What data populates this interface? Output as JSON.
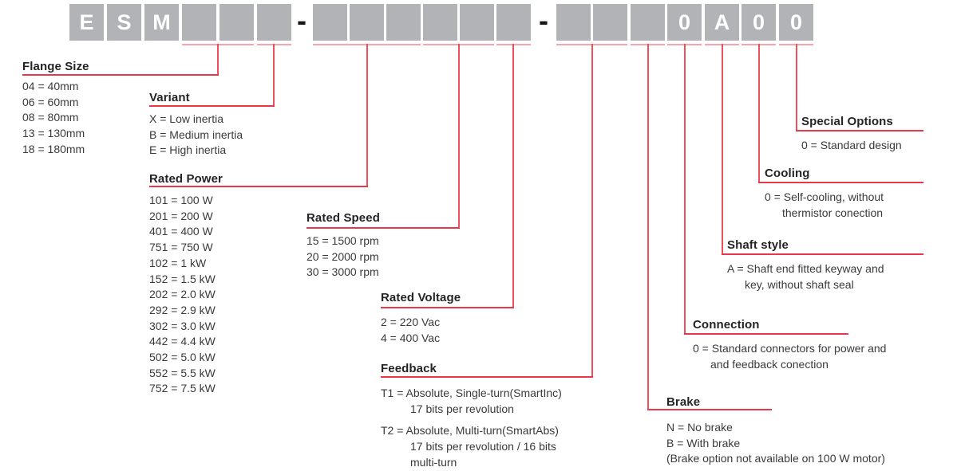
{
  "code": {
    "boxes": [
      "E",
      "S",
      "M",
      "",
      "",
      "",
      "",
      "",
      "",
      "",
      "",
      "",
      "",
      "",
      "",
      "0",
      "A",
      "0",
      "0"
    ],
    "separator": "-"
  },
  "sections": {
    "flange": {
      "title": "Flange Size",
      "items": [
        "04 = 40mm",
        "06 = 60mm",
        "08 = 80mm",
        "13 = 130mm",
        "18 = 180mm"
      ]
    },
    "variant": {
      "title": "Variant",
      "items": [
        "X = Low inertia",
        "B = Medium inertia",
        "E = High inertia"
      ]
    },
    "power": {
      "title": "Rated Power",
      "items": [
        "101 = 100 W",
        "201 = 200 W",
        "401 = 400 W",
        "751 = 750 W",
        "102 = 1 kW",
        "152 = 1.5 kW",
        "202 = 2.0 kW",
        "292 = 2.9 kW",
        "302 = 3.0 kW",
        "442 = 4.4 kW",
        "502 = 5.0 kW",
        "552 = 5.5 kW",
        "752 = 7.5 kW"
      ]
    },
    "speed": {
      "title": "Rated Speed",
      "items": [
        "15 = 1500 rpm",
        "20 = 2000 rpm",
        "30 = 3000 rpm"
      ]
    },
    "voltage": {
      "title": "Rated Voltage",
      "items": [
        "2 = 220 Vac",
        "4 = 400 Vac"
      ]
    },
    "feedback": {
      "title": "Feedback",
      "items": [
        "T1 = Absolute, Single-turn(SmartInc)",
        "17 bits per revolution",
        "T2 = Absolute, Multi-turn(SmartAbs)",
        "17 bits per revolution / 16 bits",
        "multi-turn"
      ]
    },
    "brake": {
      "title": "Brake",
      "items": [
        "N = No brake",
        "B = With brake",
        "(Brake option not available on 100 W motor)"
      ]
    },
    "connection": {
      "title": "Connection",
      "items": [
        "0 = Standard connectors for power and",
        "and feedback conection"
      ]
    },
    "shaft": {
      "title": "Shaft style",
      "items": [
        "A = Shaft end fitted keyway and",
        "key, without shaft seal"
      ]
    },
    "cooling": {
      "title": "Cooling",
      "items": [
        "0 = Self-cooling, without",
        "thermistor conection"
      ]
    },
    "special": {
      "title": "Special Options",
      "items": [
        "0 = Standard design"
      ]
    }
  },
  "colors": {
    "box_gray": "#b1b3b6",
    "box_text": "#ffffff",
    "line_red": "#e8364a",
    "line_pink": "#f8a3ae",
    "heading_text": "#242424",
    "body_text": "#3a3a3a"
  }
}
